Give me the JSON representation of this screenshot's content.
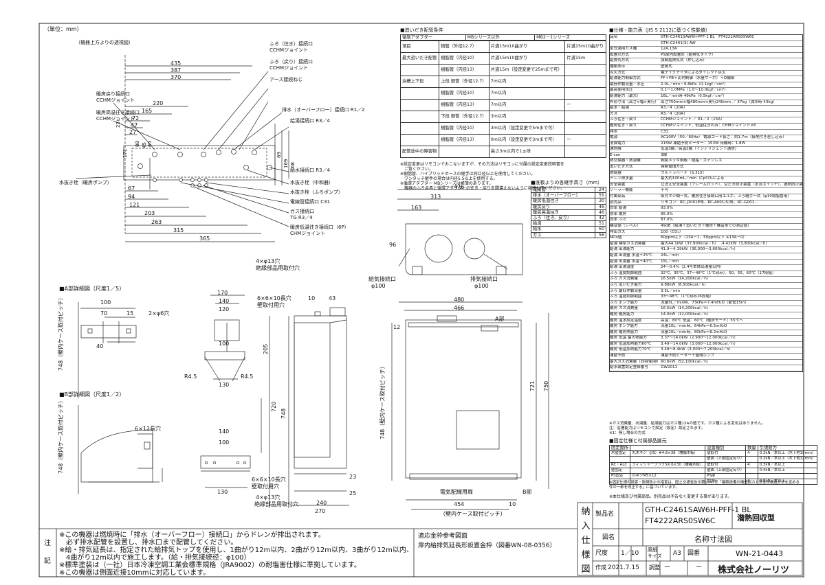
{
  "unit_note": "（単位：mm）",
  "top_view": {
    "caption": "（機器上方よりの透視図）",
    "dims_top": [
      "435",
      "387",
      "370",
      "220",
      "165",
      "72",
      "47",
      "27"
    ],
    "dims_left": [
      "23",
      "45",
      "65",
      "88",
      "171"
    ],
    "dims_right": [
      "69",
      "169",
      "68"
    ],
    "dims_bottom": [
      "67",
      "94",
      "121",
      "203",
      "263",
      "315",
      "365"
    ],
    "labels_left": [
      "暖房戻り接続口",
      "CCHMジョイント",
      "暖房高温往き接続口",
      "CCHMジョイント"
    ],
    "labels_top": [
      "ふろ（往き）接続口",
      "CCHMジョイント",
      "ふろ（戻り）接続口",
      "CCHMジョイント",
      "アース接続ねじ",
      "排水（オーバーフロー）接続口 R1／2",
      "給湯接続口 R3／4"
    ],
    "labels_right": [
      "給水接続口 R3／4",
      "水抜き栓（中和器）",
      "水抜き栓（ふろポンプ）",
      "電線管接続口 C31",
      "ガス接続口",
      "TG R3／4",
      "暖房低温往き接続口（6P）",
      "CHMジョイント"
    ],
    "label_left_bottom": "水抜き栓（暖房ポンプ）"
  },
  "detail_a": {
    "title": "■A部詳細図（尺度1／5）",
    "dims": [
      "100",
      "70",
      "15",
      "2×φ6穴",
      "40"
    ]
  },
  "detail_b": {
    "title": "■B部詳細図（尺度1／2）",
    "dims": [
      "6×12長穴"
    ]
  },
  "front_view": {
    "top_dims": [
      "170",
      "140",
      "120"
    ],
    "hole_note1": "4×φ13穴",
    "hole_note1b": "絶縁部品用取付穴",
    "hole_note2": "6×6×10長穴",
    "hole_note2b": "壁取付用穴",
    "dims_side": [
      "10",
      "43",
      "205",
      "720",
      "748"
    ],
    "pitch_label": "748（壁内ケース取付ピッチ）",
    "inner_dims": [
      "100",
      "130",
      "R4.5",
      "R4.5"
    ],
    "bottom_dims": [
      "140",
      "100",
      "6×6×10長穴",
      "壁取付用穴",
      "130",
      "4×φ13穴",
      "絶縁部品用取付穴",
      "23",
      "25",
      "240",
      "270"
    ]
  },
  "right_view": {
    "top_dims": [
      "476",
      "313",
      "163",
      "480",
      "466"
    ],
    "exhaust_label": "排気接続口",
    "exhaust_dia": "φ100",
    "intake_label": "給気接続口",
    "intake_dia": "φ100",
    "side_dims": [
      "96",
      "12",
      "721",
      "750"
    ],
    "pitch_label": "748（壁内ケース取付ピッチ）",
    "a_label": "A部",
    "b_label": "B部",
    "bottom_label": "電気配線用扉",
    "bottom_dims": [
      "454",
      "10"
    ],
    "bottom_pitch": "（壁内ケース取付ピッチ）"
  },
  "piping_table": {
    "title": "■追いだき配管条件",
    "header": [
      "循環アダプター",
      "MBシリーズ以外",
      "MB2－1シリーズ"
    ],
    "rows": [
      [
        "項目",
        "銅管（外径12.7）",
        "片道15m10曲がり",
        "片道15m10曲がり"
      ],
      [
        "最大追いだき配管",
        "樹脂管（内径10）",
        "片道15m10曲がり",
        "片道15m"
      ],
      [
        "",
        "樹脂管（内径13）",
        "片道15m（設定変更で25mまで可）",
        ""
      ],
      [
        "治槽上下段",
        "上段 銅管（外径12.7）",
        "7m以内",
        ""
      ],
      [
        "",
        "樹脂管（内径10）",
        "7m以内",
        ""
      ],
      [
        "",
        "樹脂管（内径13）",
        "7m以内",
        "ー"
      ],
      [
        "",
        "下段 銅管（外径12.7）",
        "3m以内",
        ""
      ],
      [
        "",
        "樹脂管（内径10）",
        "3m以内（設定変更で5mまで可）",
        ""
      ],
      [
        "",
        "樹脂管（内径13）",
        "0m以内（設定変更で3mまで可）",
        "ー"
      ],
      [
        "配管途中の障害物",
        "",
        "高さ3m以内で1ヵ所",
        ""
      ]
    ],
    "notes": [
      "※設定変更はリモコンでおこないますが、その方法はリモコンに付属の設定変更説明書を",
      "　ご覧ください。",
      "※樹脂管、ハイブリッドホースの継手は同口径以上を使用してください。",
      "　ワンタッチ継手の場合は内径5.5以上を使用する。",
      "※循環アダプター MBシリーズは帳簿のあります。",
      "　機器のふろ金具と循環アダプターの往き・戻りを間違えないように接続してください。"
    ]
  },
  "bottom_height_table": {
    "title": "■底板よりの各継手高さ（mm）",
    "rows": [
      [
        "電線管",
        "24"
      ],
      [
        "排水（オーバーフロー）",
        "55"
      ],
      [
        "暖房低温往き",
        "30"
      ],
      [
        "暖房戻り",
        "46"
      ],
      [
        "暖房高温往き",
        "46"
      ],
      [
        "ふろ（往き、戻り）",
        "42"
      ],
      [
        "給湯",
        "51"
      ],
      [
        "給水",
        "60"
      ],
      [
        "ガス",
        "56"
      ]
    ]
  },
  "spec": {
    "title": "■仕様・能力表（JIS S 2112に基づく性能値）",
    "rows": [
      [
        "品名",
        "GTH-C2461SAW6H-PFF-1 BL　FT4222ARS0SW6C"
      ],
      [
        "",
        "GTH-C2461(S) AW"
      ],
      [
        "型式適用ガス種",
        "12A,13A"
      ],
      [
        "設置の方式",
        "PS扉内設置形（給排気タイプ）"
      ],
      [
        "給排気方式",
        "強制給排気式（押し込み）"
      ],
      [
        "種類表示",
        "壁掛式"
      ],
      [
        "点火方式",
        "電子イグナイタによるダイレクト点火"
      ],
      [
        "給湯能力制御方式",
        "FF＋FB＋比例制御（水量サーボ）＋Q補償"
      ],
      [
        "最低作動流量・水圧",
        "2.0L／min・9.8kPa（0.1kgf／cm²）"
      ],
      [
        "最高使用水圧",
        "0.1～1.0MPa（1.0～10.0kgf／cm²）"
      ],
      [
        "給湯能力（最大）",
        "16L／min時 49kPa（0.5kgf／cm²）"
      ],
      [
        "外形寸法（高さ×幅×奥行）",
        "高さ750mm×幅480mm×奥行240mm ／ 37kg（満水時 43kg）"
      ],
      [
        "給水・給湯",
        "R3／4（20A）"
      ],
      [
        "ガス",
        "R3／4（20A）"
      ],
      [
        "ふろ往き・戻り",
        "CCHMジョイント ／ R1／2（15A）"
      ],
      [
        "暖房往き・戻り",
        "CCHMジョイント、低温往きのみ：CHMジョイント×6"
      ],
      [
        "排水",
        "C31"
      ],
      [
        "電源",
        "AC100V（50／60Hz） 電源コード長さ：約1.7m（接地付き差し込み）"
      ],
      [
        "消費電力",
        "215W 凍結予防ヒーター：153W 待機時：1.8W"
      ],
      [
        "通信線",
        "低温3線／高温2線（インテリジェント通信）"
      ],
      [
        "E-con",
        "3線"
      ],
      [
        "熱交換器・熱源機",
        "銅製メッキ銅板・樹脂・ステンレス"
      ],
      [
        "追いだき方式",
        "強制循環方式"
      ],
      [
        "燃焼器",
        "ウルトラバーナ（S.315）"
      ],
      [
        "ドレン排水量",
        "最大約100mL／min（CpCO₂による"
      ],
      [
        "安全装置",
        "立消え安全装置（フレームロッド）、空だき防止装置（水流スイッチ）、過熱防止装置（温度ヒューズ）…"
      ],
      [
        "ソーラー機能",
        "不可"
      ],
      [
        "付属部品",
        "取付ネジ類一式、暖房往き接続口用エルボ、ふろ継手一式（φ10樹脂管用）"
      ],
      [
        "別売品",
        "リモコン：RC-J1001E等、RC-A001(S)等、RC-G001…"
      ],
      [
        "効率 給湯",
        "93.0%"
      ],
      [
        "効率 暖房",
        "95.0%"
      ],
      [
        "効率 ふろ",
        "87.0%"
      ],
      [
        "騒音値（レベル）",
        "49dB（給湯＋追いだき＋暖房＋騒音室での測定値）"
      ],
      [
        "排出ガス",
        "100（CO₂）"
      ],
      [
        "NOx値",
        "60ppm以下（13A－1、50ppm以下 ※13A－0）"
      ],
      [
        "給湯 標準ガス消費量",
        "最大44.1kW（37,900kcal／h）…4.42kW（3,800kcal／h）"
      ],
      [
        "給湯 出湯能力",
        "41.9～4.19kW（36,000～3,600kcal／h）"
      ],
      [
        "給湯 出湯量 水温＋25℃",
        "24L／min"
      ],
      [
        "給湯 出湯量 水温＋40℃",
        "15L／min"
      ],
      [
        "給湯 出湯温度",
        "24～0.4%（2.4号本体出湯量以内）"
      ],
      [
        "ふろ 温度調節範囲",
        "32℃、35℃、37～48℃（1℃刻み）、50、55、60℃（17段階）"
      ],
      [
        "ふろ ガス消費量",
        "16.5kW（14,200kcal／h）"
      ],
      [
        "ふろ 追いだき能力",
        "9.88kW（8,500kcal／h）"
      ],
      [
        "ふろ 最低作動流量",
        "3.5L／min"
      ],
      [
        "ふろ 温度調節範囲",
        "33～48℃（1℃刻み16段階）"
      ],
      [
        "ふろ ポンプ能力",
        "流量5L／min時、73kPa＝7.4mH₂O（配管15m）"
      ],
      [
        "暖房 ガス消費量",
        "16.5kW（14,200kcal／h）"
      ],
      [
        "暖房 暖房能力",
        "14.0kW（12,000kcal／h）"
      ],
      [
        "暖房 温水設定温度",
        "高温：80℃ 低温：60℃（暖房モード）55℃～"
      ],
      [
        "暖房 ポンプ能力",
        "流量10L／min時、64kPa＝6.5mH₂O"
      ],
      [
        "暖房 暖房熱能力",
        "流量10L／min時、80kPa＝8.2mH₂O"
      ],
      [
        "暖房 低温 最大熱能力",
        "3.37～14.0kW（2,900～12,000kcal／h）"
      ],
      [
        "暖房 低温加熱能力60℃",
        "3.49～14.0kW（3,000～12,000kcal／h）"
      ],
      [
        "暖房 低温加熱能力70℃",
        "3.49～8.4kW（3,000～7,200kcal／h）"
      ],
      [
        "凍結予防",
        "凍結予防ヒーター＋循環ポンプ"
      ],
      [
        "最大ガス消費量（同時使用時）",
        "60.6kW（52,100kcal／h）"
      ],
      [
        "給水装置認定登録番号",
        "GW2011"
      ]
    ],
    "notes": [
      "※ガス消費量、出湯量、給湯能力はガス種13Aの値です。ガス種による変化はありません。",
      "注：浴槽能力はリモコンで設定（設定）設定されます。",
      "※1：無し場合の方式"
    ]
  },
  "fixing_table": {
    "title": "■固定仕様と付属部品論元",
    "header": [
      "固定箇所",
      "",
      "設置種別",
      "数量",
      "引張耐力"
    ],
    "rows": [
      [
        "木壁固定",
        "丸木ネジ（JIS）#4.8×38（増補木板）",
        "壁取付",
        "4",
        "0.3kN／本以上（木下地15mm）"
      ],
      [
        "",
        "",
        "壁面（上部固定有り）",
        "",
        "0.2kN／本以上（木下地12mm）"
      ],
      [
        "RC・ALC",
        "フィッシャープラグSX 6×30（増補木板）",
        "壁取付",
        "4",
        "0.3kN／本以上"
      ],
      [
        "壁固定",
        "",
        "壁面（上部固定有り）",
        "",
        "0.4kN／本以上"
      ],
      [
        "PS固定",
        "小ネジM5×12",
        "PS扉",
        "",
        ""
      ],
      [
        "",
        "",
        "PS枠",
        "4",
        "0.5kN／本以上"
      ]
    ],
    "note": "※固定仕様の設置・転倒防止の措置は、国土交通省告示第1447号「建築設備の構造耐力上安全な構造方法を定める件の一部を改正する」に基づいています。"
  },
  "title_block": {
    "left_char": [
      "納",
      "入",
      "仕",
      "様",
      "図"
    ],
    "product_label": "製品名",
    "product_value1": "GTH-C2461SAW6H-PFF-1 BL",
    "product_value2": "FT4222ARS0SW6C",
    "product_type": "潜熱回収型",
    "drawing_name_label": "図名",
    "drawing_name_value": "名称寸法図",
    "scale_label": "尺度",
    "scale_value": "1／10",
    "paper_label": "原紙",
    "paper_label2": "サイズ",
    "paper_value": "A3",
    "number_label": "図番",
    "number_value": "WN-21-0443",
    "created_label": "作成",
    "created_value": "2021.7.15",
    "checked_label": "調整",
    "checked_value": "ー",
    "blank_value": "ー",
    "company": "株式会社ノーリツ",
    "spec_note": "※本仕様及び付属部品、別売品は予告なく変更する事があります。"
  },
  "notes_bottom": {
    "title1": "注",
    "title2": "記",
    "lines": [
      "※この機器は燃焼時に「排水（オーバーフロー）接続口」からドレンが排出されます。",
      "　必ず排水配管を設置し、排水口まで配管してください。",
      "※給・排気延長は、指定された給排気トップを使用し、1曲がり12m以内、2曲がり12m以内、3曲がり12m以内、",
      "　4曲がり12m以内で施工します。（給・排気接続径：φ100）",
      "※標準塗装は（一社）日本冷凍空調工業会標準規格（JRA9002）の耐塩害仕様に準拠しています。",
      "※この機器は側面近接10mmに対応しています。"
    ],
    "ref_title": "適応金枠参考図面",
    "ref_value": "扉内給排気延長形設置金枠（図番WN-08-0356）"
  }
}
